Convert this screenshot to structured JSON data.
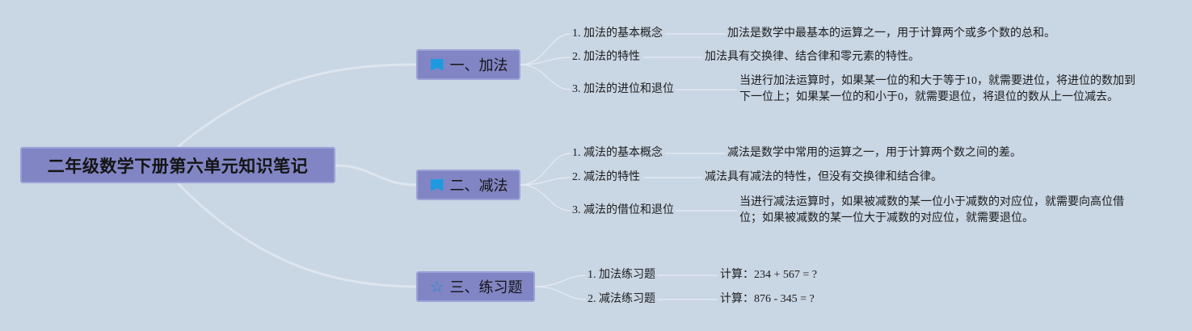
{
  "root": {
    "title": "二年级数学下册第六单元知识笔记"
  },
  "sections": [
    {
      "title": "一、加法",
      "icon": "flag-icon",
      "items": [
        {
          "label": "1. 加法的基本概念",
          "desc": "加法是数学中最基本的运算之一，用于计算两个或多个数的总和。"
        },
        {
          "label": "2. 加法的特性",
          "desc": "加法具有交换律、结合律和零元素的特性。"
        },
        {
          "label": "3. 加法的进位和退位",
          "desc": "当进行加法运算时，如果某一位的和大于等于10，就需要进位，将进位的数加到下一位上；如果某一位的和小于0，就需要退位，将退位的数从上一位减去。"
        }
      ]
    },
    {
      "title": "二、减法",
      "icon": "flag-icon",
      "items": [
        {
          "label": "1. 减法的基本概念",
          "desc": "减法是数学中常用的运算之一，用于计算两个数之间的差。"
        },
        {
          "label": "2. 减法的特性",
          "desc": "减法具有减法的特性，但没有交换律和结合律。"
        },
        {
          "label": "3. 减法的借位和退位",
          "desc": "当进行减法运算时，如果被减数的某一位小于减数的对应位，就需要向高位借位；如果被减数的某一位大于减数的对应位，就需要退位。"
        }
      ]
    },
    {
      "title": "三、练习题",
      "icon": "star-icon",
      "items": [
        {
          "label": "1. 加法练习题",
          "desc": "计算：234 + 567 = ?"
        },
        {
          "label": "2. 减法练习题",
          "desc": "计算：876 - 345 = ?"
        }
      ]
    }
  ],
  "colors": {
    "background": "#c9d6e4",
    "node_fill": "#8185c4",
    "node_border": "#9aa2d6",
    "icon": "#1e9ae0",
    "connector": "#e3eaf2"
  }
}
